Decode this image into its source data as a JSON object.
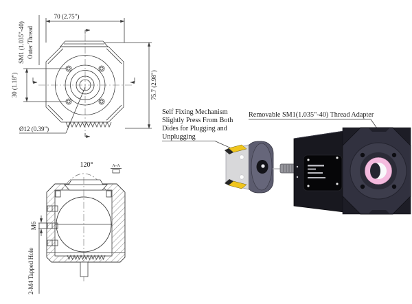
{
  "front_view": {
    "thread_label_line1": "SM1 (1.035\"-40)",
    "thread_label_line2": "Outer Thread",
    "dim_width": "70 (2.75\")",
    "dim_hole_spacing": "30 (1.18\")",
    "dim_height": "75.7 (2.98\")",
    "dim_bore": "Ø12 (0.39\")"
  },
  "section_view": {
    "angle": "120°",
    "section_label": "A-A",
    "dim_thread": "M6",
    "dim_tapped": "2-M4 Tapped Hole"
  },
  "callouts": {
    "self_fixing_line1": "Self Fixing Mechanism",
    "self_fixing_line2": "Slightly Press From Both",
    "self_fixing_line3": "Dides for Plugging and",
    "self_fixing_line4": "Unplugging",
    "thread_adapter": "Removable SM1(1.035\"-40) Thread Adapter"
  },
  "colors": {
    "line": "#3c3c3c",
    "accent_yellow": "#f0c51d",
    "adapter_pink": "#f4bade",
    "camera_body": "#18181f",
    "camera_front": "#31313f"
  }
}
